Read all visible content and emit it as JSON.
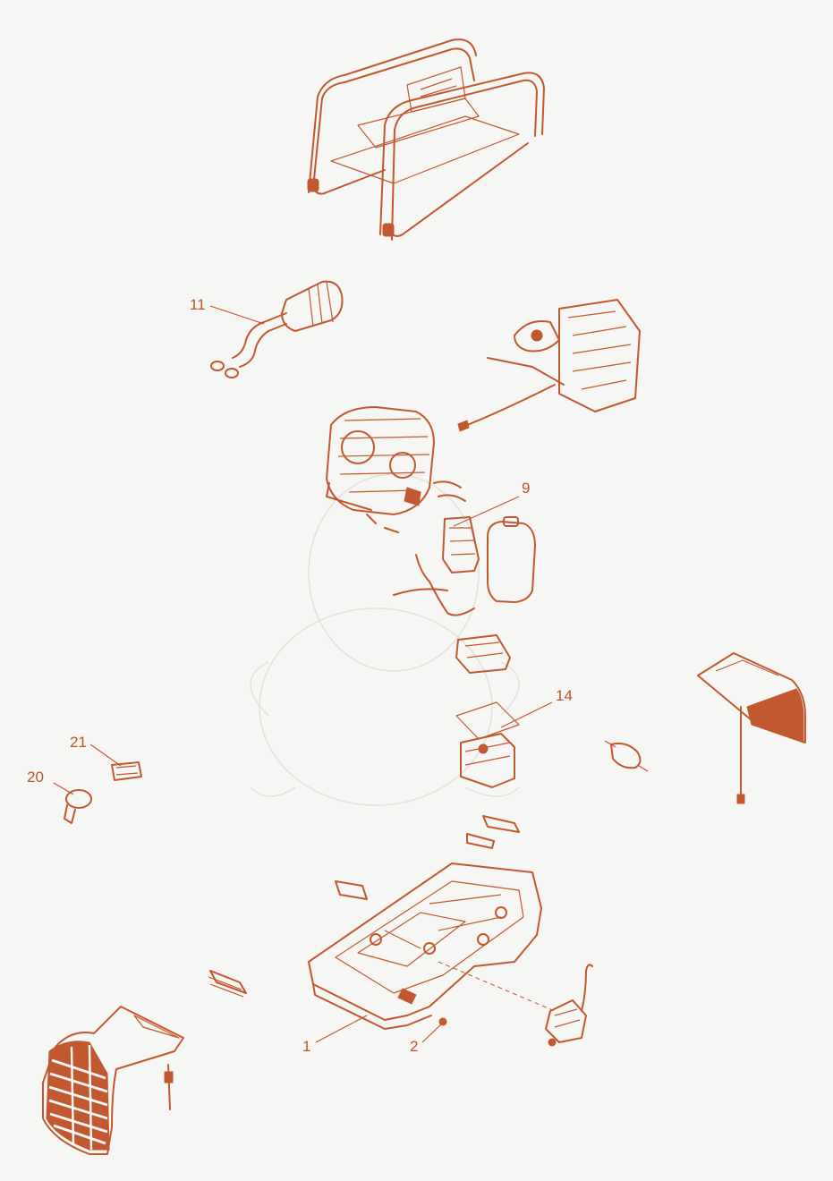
{
  "colors": {
    "line": "#c2582f",
    "label": "#c0522a",
    "background": "#f6f6f4"
  },
  "callouts": [
    {
      "id": "1",
      "text": "1"
    },
    {
      "id": "2",
      "text": "2"
    },
    {
      "id": "9",
      "text": "9"
    },
    {
      "id": "11",
      "text": "11"
    },
    {
      "id": "14",
      "text": "14"
    },
    {
      "id": "20",
      "text": "20"
    },
    {
      "id": "21",
      "text": "21"
    }
  ]
}
